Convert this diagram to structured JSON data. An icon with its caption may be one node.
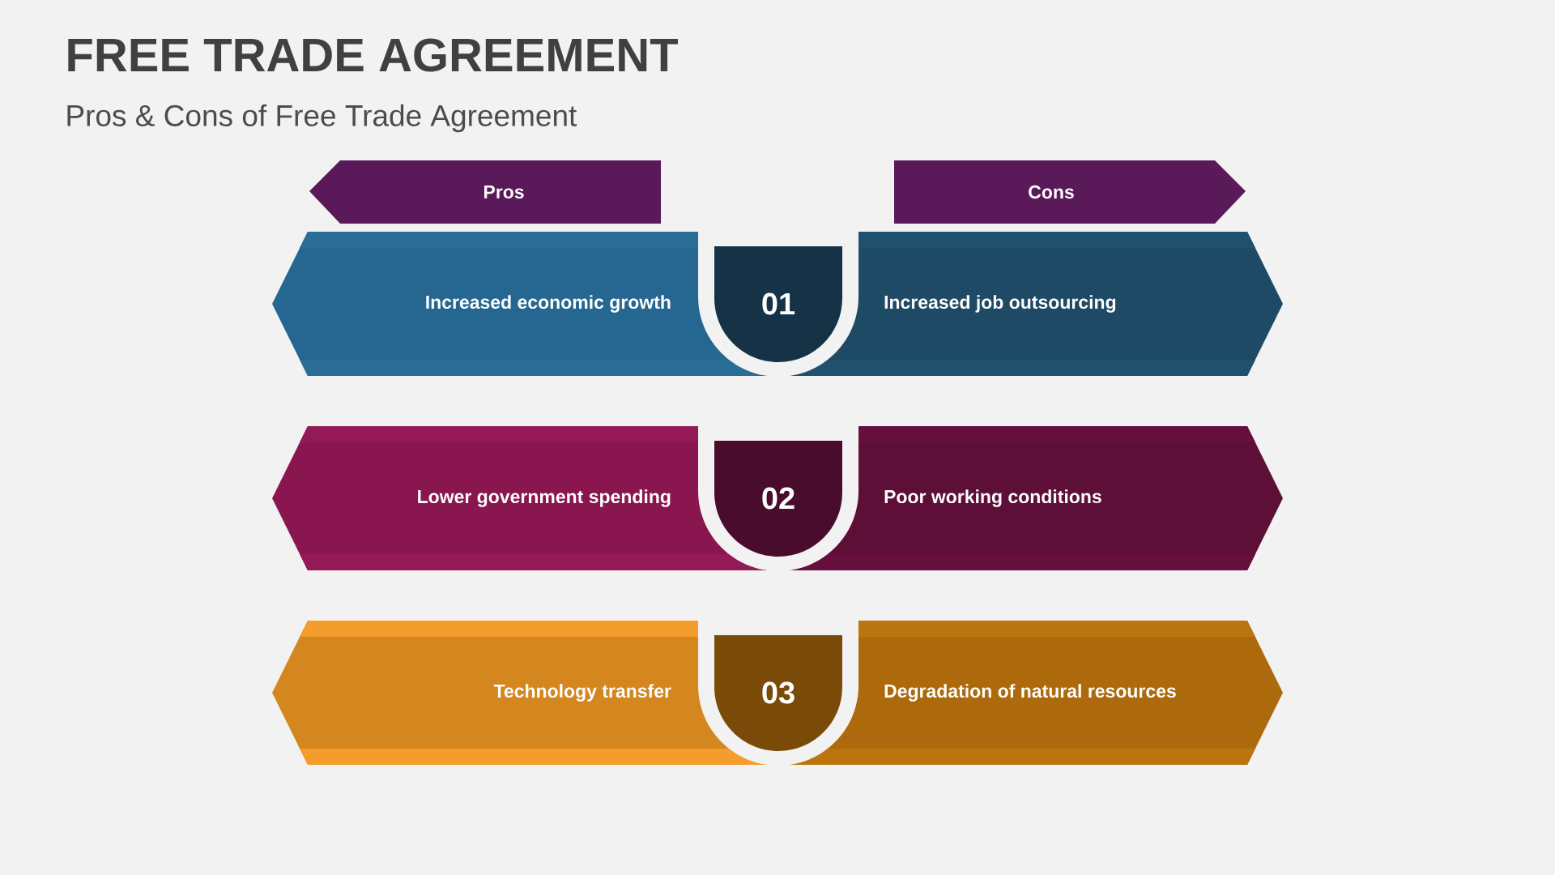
{
  "diagram": {
    "title": "FREE TRADE AGREEMENT",
    "nodes": [
      {
        "text": [
          "Pros"
        ]
      },
      {
        "text": [
          "Cons"
        ]
      },
      {
        "text": [
          "Increased economic growth"
        ]
      },
      {
        "text": [
          "01"
        ]
      },
      {
        "text": [
          "Increased job outsourcing"
        ]
      },
      {
        "text": [
          "Lower government spending"
        ]
      },
      {
        "text": [
          "02"
        ]
      },
      {
        "text": [
          "Poor working conditions"
        ]
      },
      {
        "text": [
          "Technology transfer"
        ]
      },
      {
        "text": [
          "03"
        ]
      },
      {
        "text": [
          "Degradation of natural resources"
        ]
      }
    ],
    "labels": [
      "Pros & Cons of Free Trade Agreement"
    ]
  }
}
